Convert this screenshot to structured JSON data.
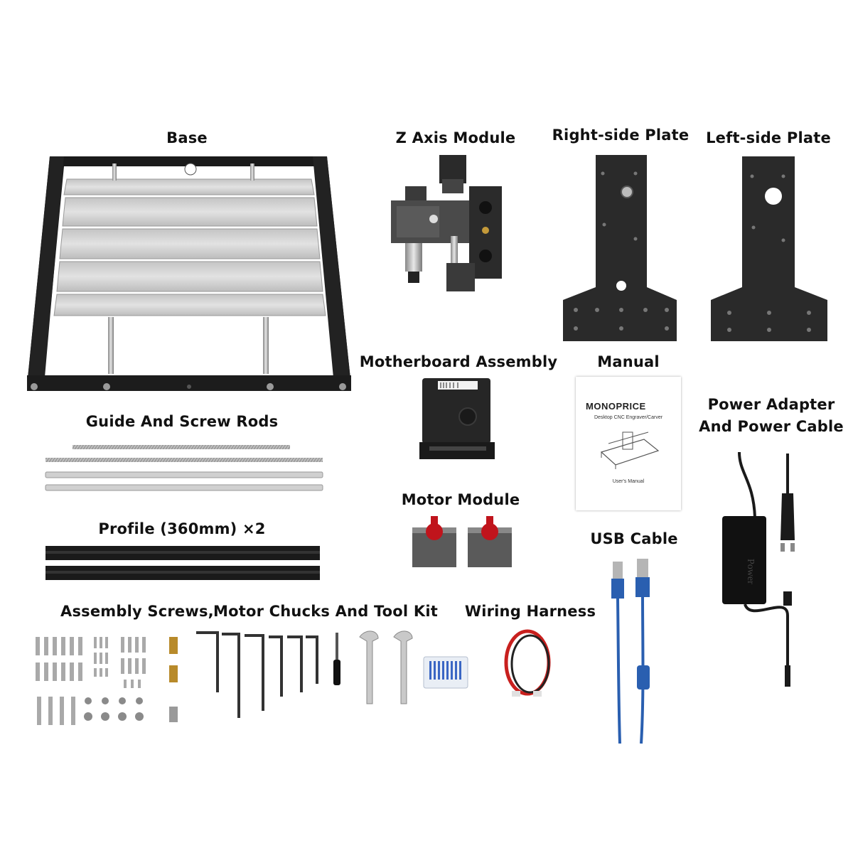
{
  "labels": {
    "base": "Base",
    "z_axis_module": "Z Axis Module",
    "right_side_plate": "Right-side Plate",
    "left_side_plate": "Left-side Plate",
    "motherboard_assembly": "Motherboard Assembly",
    "manual": "Manual",
    "power_adapter_line1": "Power Adapter",
    "power_adapter_line2": "And Power Cable",
    "guide_screw_rods": "Guide And Screw Rods",
    "motor_module": "Motor Module",
    "profile": "Profile (360mm) ×2",
    "usb_cable": "USB Cable",
    "assembly_screws": "Assembly Screws,",
    "motor_chucks_tool_kit": "Motor Chucks And Tool Kit",
    "wiring_harness": "Wiring Harness"
  },
  "manual_cover": {
    "brand": "MONOPRICE",
    "subtitle": "Desktop CNC Engraver/Carver",
    "footer": "User's Manual"
  },
  "adapter_print": "Power",
  "colors": {
    "background": "#ffffff",
    "frame_black": "#1a1a1a",
    "aluminum": "#d4d4d4",
    "motor_red": "#c0141c",
    "usb_blue": "#2a5fb0",
    "wire_red": "#c8201e"
  }
}
